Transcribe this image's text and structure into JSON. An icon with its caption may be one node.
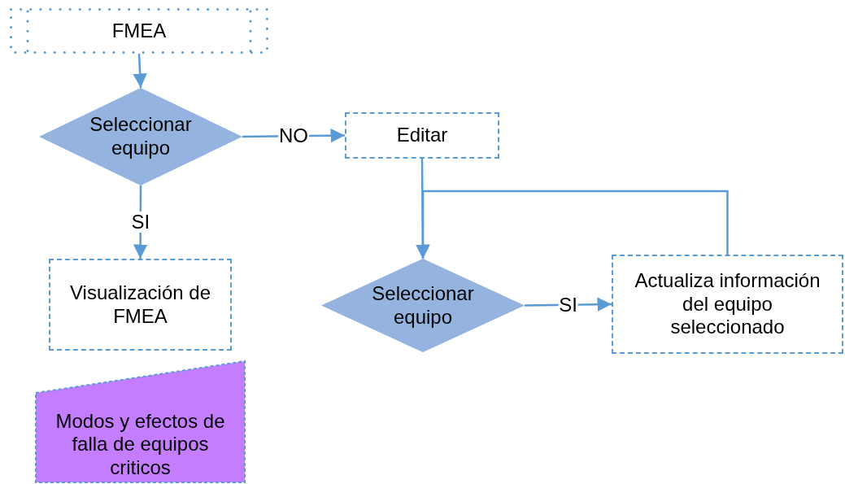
{
  "diagram": {
    "nodes": [
      {
        "text": [
          "FMEA"
        ]
      },
      {
        "text": [
          "Seleccionar equipo"
        ]
      },
      {
        "text": [
          "Editar"
        ]
      },
      {
        "text": [
          "Visualización de FMEA"
        ]
      },
      {
        "text": [
          "Modos y efectos de falla de equipos criticos"
        ]
      },
      {
        "text": [
          "Seleccionar equipo"
        ]
      },
      {
        "text": [
          "Actualiza información del equipo seleccionado"
        ]
      }
    ],
    "edges": [
      {
        "from": 0,
        "to": 1,
        "arrow": "to"
      },
      {
        "from": 1,
        "to": 2,
        "arrow": "to",
        "label": "NO"
      },
      {
        "from": 1,
        "to": 3,
        "arrow": "to",
        "label": "SI"
      },
      {
        "from": 2,
        "to": 5,
        "arrow": "to"
      },
      {
        "from": 6,
        "to": 5,
        "arrow": "to"
      },
      {
        "from": 5,
        "to": 6,
        "arrow": "to",
        "label": "SI"
      }
    ]
  }
}
